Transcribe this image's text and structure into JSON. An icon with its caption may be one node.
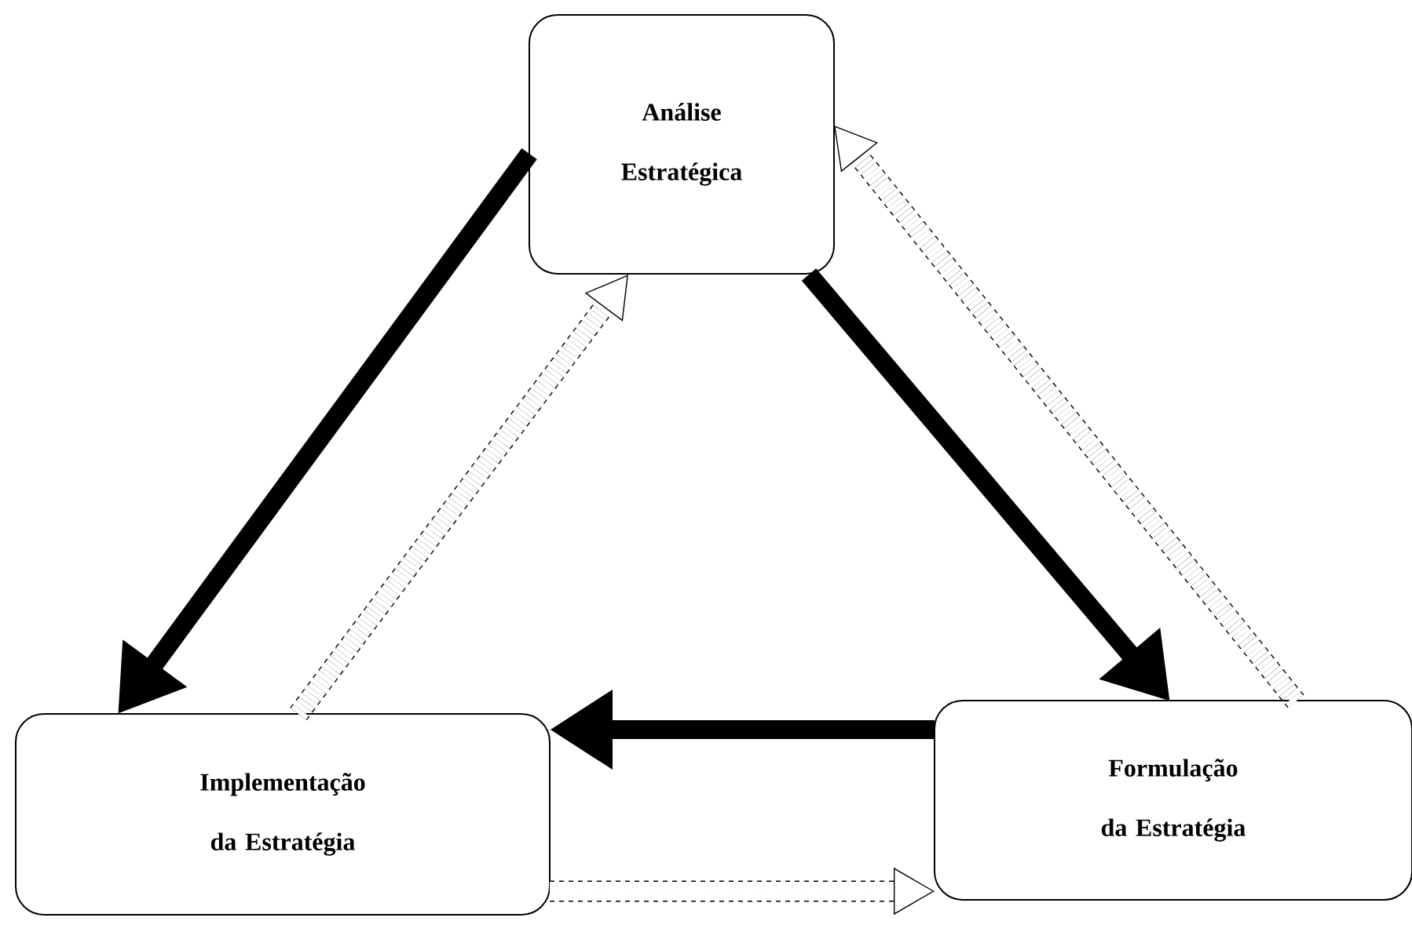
{
  "diagram": {
    "nodes": [
      {
        "text": [
          "Análise Estratégica"
        ]
      },
      {
        "text": [
          "Formulação da Estratégia"
        ]
      },
      {
        "text": [
          "Implementação da Estratégia"
        ]
      }
    ],
    "edges": [
      {
        "from": 0,
        "to": 2,
        "arrow": "to"
      },
      {
        "from": 0,
        "to": 1,
        "arrow": "to"
      },
      {
        "from": 1,
        "to": 2,
        "arrow": "to"
      },
      {
        "from": 1,
        "to": 0,
        "arrow": "to",
        "style": "dashed"
      },
      {
        "from": 2,
        "to": 0,
        "arrow": "to",
        "style": "dashed"
      },
      {
        "from": 2,
        "to": 1,
        "arrow": "to",
        "style": "dashed"
      }
    ]
  }
}
